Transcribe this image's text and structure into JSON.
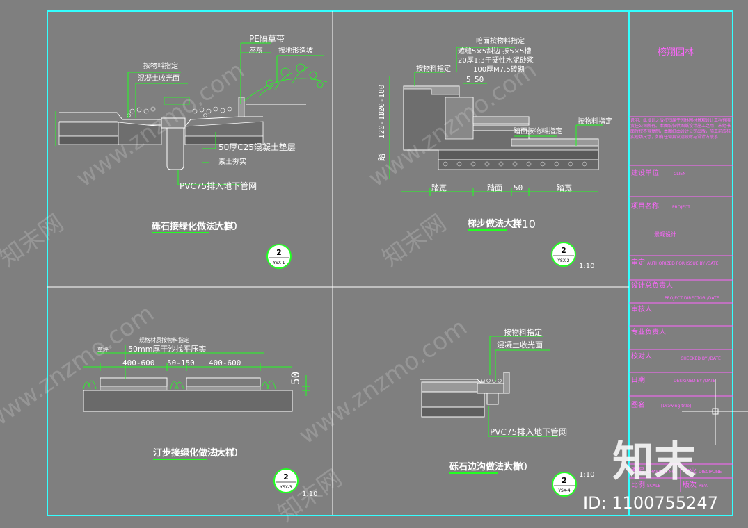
{
  "panels": {
    "p1": {
      "title": "砾石接绿化做法大样",
      "scale": "1:10",
      "bubble_num": "2",
      "bubble_sub": "YSX-1",
      "notes": {
        "pe": "PE隔草带",
        "seat": "座灰",
        "grade": "按地形造坡",
        "mat": "按物料指定",
        "concrete": "混凝土收光面",
        "base": "50厚C25混凝土垫层",
        "soil": "素土夯实",
        "pvc": "PVC75排入地下管网"
      }
    },
    "p2": {
      "title": "梯步做法大样",
      "scale": "1:10",
      "bubble_num": "2",
      "bubble_sub": "YSX-2",
      "bubble_scale": "1:10",
      "notes": {
        "top": "暗面按物料指定",
        "l1": "遮缝5×5斜边 按5×5槽",
        "l2": "20厚1:3干硬性水泥砂浆",
        "l3": "100厚M7.5砖砌",
        "mat": "按物料指定",
        "mat2": "按物料指定",
        "mat3": "踏面按物料指定",
        "d1": "5",
        "d2": "50"
      },
      "dims": {
        "v1": "120-180",
        "v2": "120-180",
        "v3": "踏",
        "h1": "踏宽",
        "h2": "踏面",
        "h3": "50",
        "h4": "踏宽"
      }
    },
    "p3": {
      "title": "汀步接绿化做法大样",
      "scale": "1:10",
      "bubble_num": "2",
      "bubble_sub": "YSX-3",
      "bubble_scale": "1:10",
      "notes": {
        "mat": "规格材质按物料指定",
        "bed": "50mm厚干沙找平压实",
        "left": "草坪"
      },
      "dims": {
        "a": "400-600",
        "b": "50-150",
        "c": "400-600",
        "v": "50"
      }
    },
    "p4": {
      "title": "砾石边沟做法大样",
      "scale": "1:10",
      "bubble_num": "2",
      "bubble_sub": "YSX-4",
      "bubble_scale": "1:10",
      "notes": {
        "mat": "按物料指定",
        "concrete": "混凝土收光面",
        "pvc": "PVC75排入地下管网"
      }
    }
  },
  "title_block": {
    "company": "榕翔园林",
    "remark": "说明：此设计之版权归属于园林园林景观设计工程有限责任公司所有。本图纸仅供图纸设计施工之用，未经书面授权不得复制，本图纸由设计公司出版，施工前应核实现场尺寸，如有任何异议请及时与设计方联系",
    "rows": [
      {
        "label": "建设单位",
        "value": "CLIENT"
      },
      {
        "label": "项目名称",
        "value": "PROJECT",
        "value2": "景观设计"
      },
      {
        "label": "审定",
        "value": "AUTHORIZED FOR ISSUE BY /DATE"
      },
      {
        "label": "设计总负责人",
        "value": "PROJECT DIRECTOR /DATE"
      },
      {
        "label": "审核人",
        "value": ""
      },
      {
        "label": "专业负责人",
        "value": ""
      },
      {
        "label": "校对人",
        "value": "CHECKED BY /DATE"
      },
      {
        "label": "日期",
        "value": "DESIGNED BY /DATE"
      },
      {
        "label": "图名",
        "value": "[Drawing title]"
      }
    ],
    "bottom": {
      "l1": "图号",
      "v1": "DRAWING NO.",
      "l2": "比例",
      "v2": "SCALE",
      "l3": "专业",
      "v3": "DISCIPLINE",
      "l4": "版次",
      "v4": "REV."
    }
  },
  "watermark": {
    "site": "www.znzmo.com",
    "brand": "知末网",
    "logo": "知末",
    "id": "ID: 1100755247"
  },
  "colors": {
    "frame": "#33ffff",
    "lines": "#22ff22",
    "background": "#7f7f7f",
    "titleblock_text": "#ff66ff"
  }
}
